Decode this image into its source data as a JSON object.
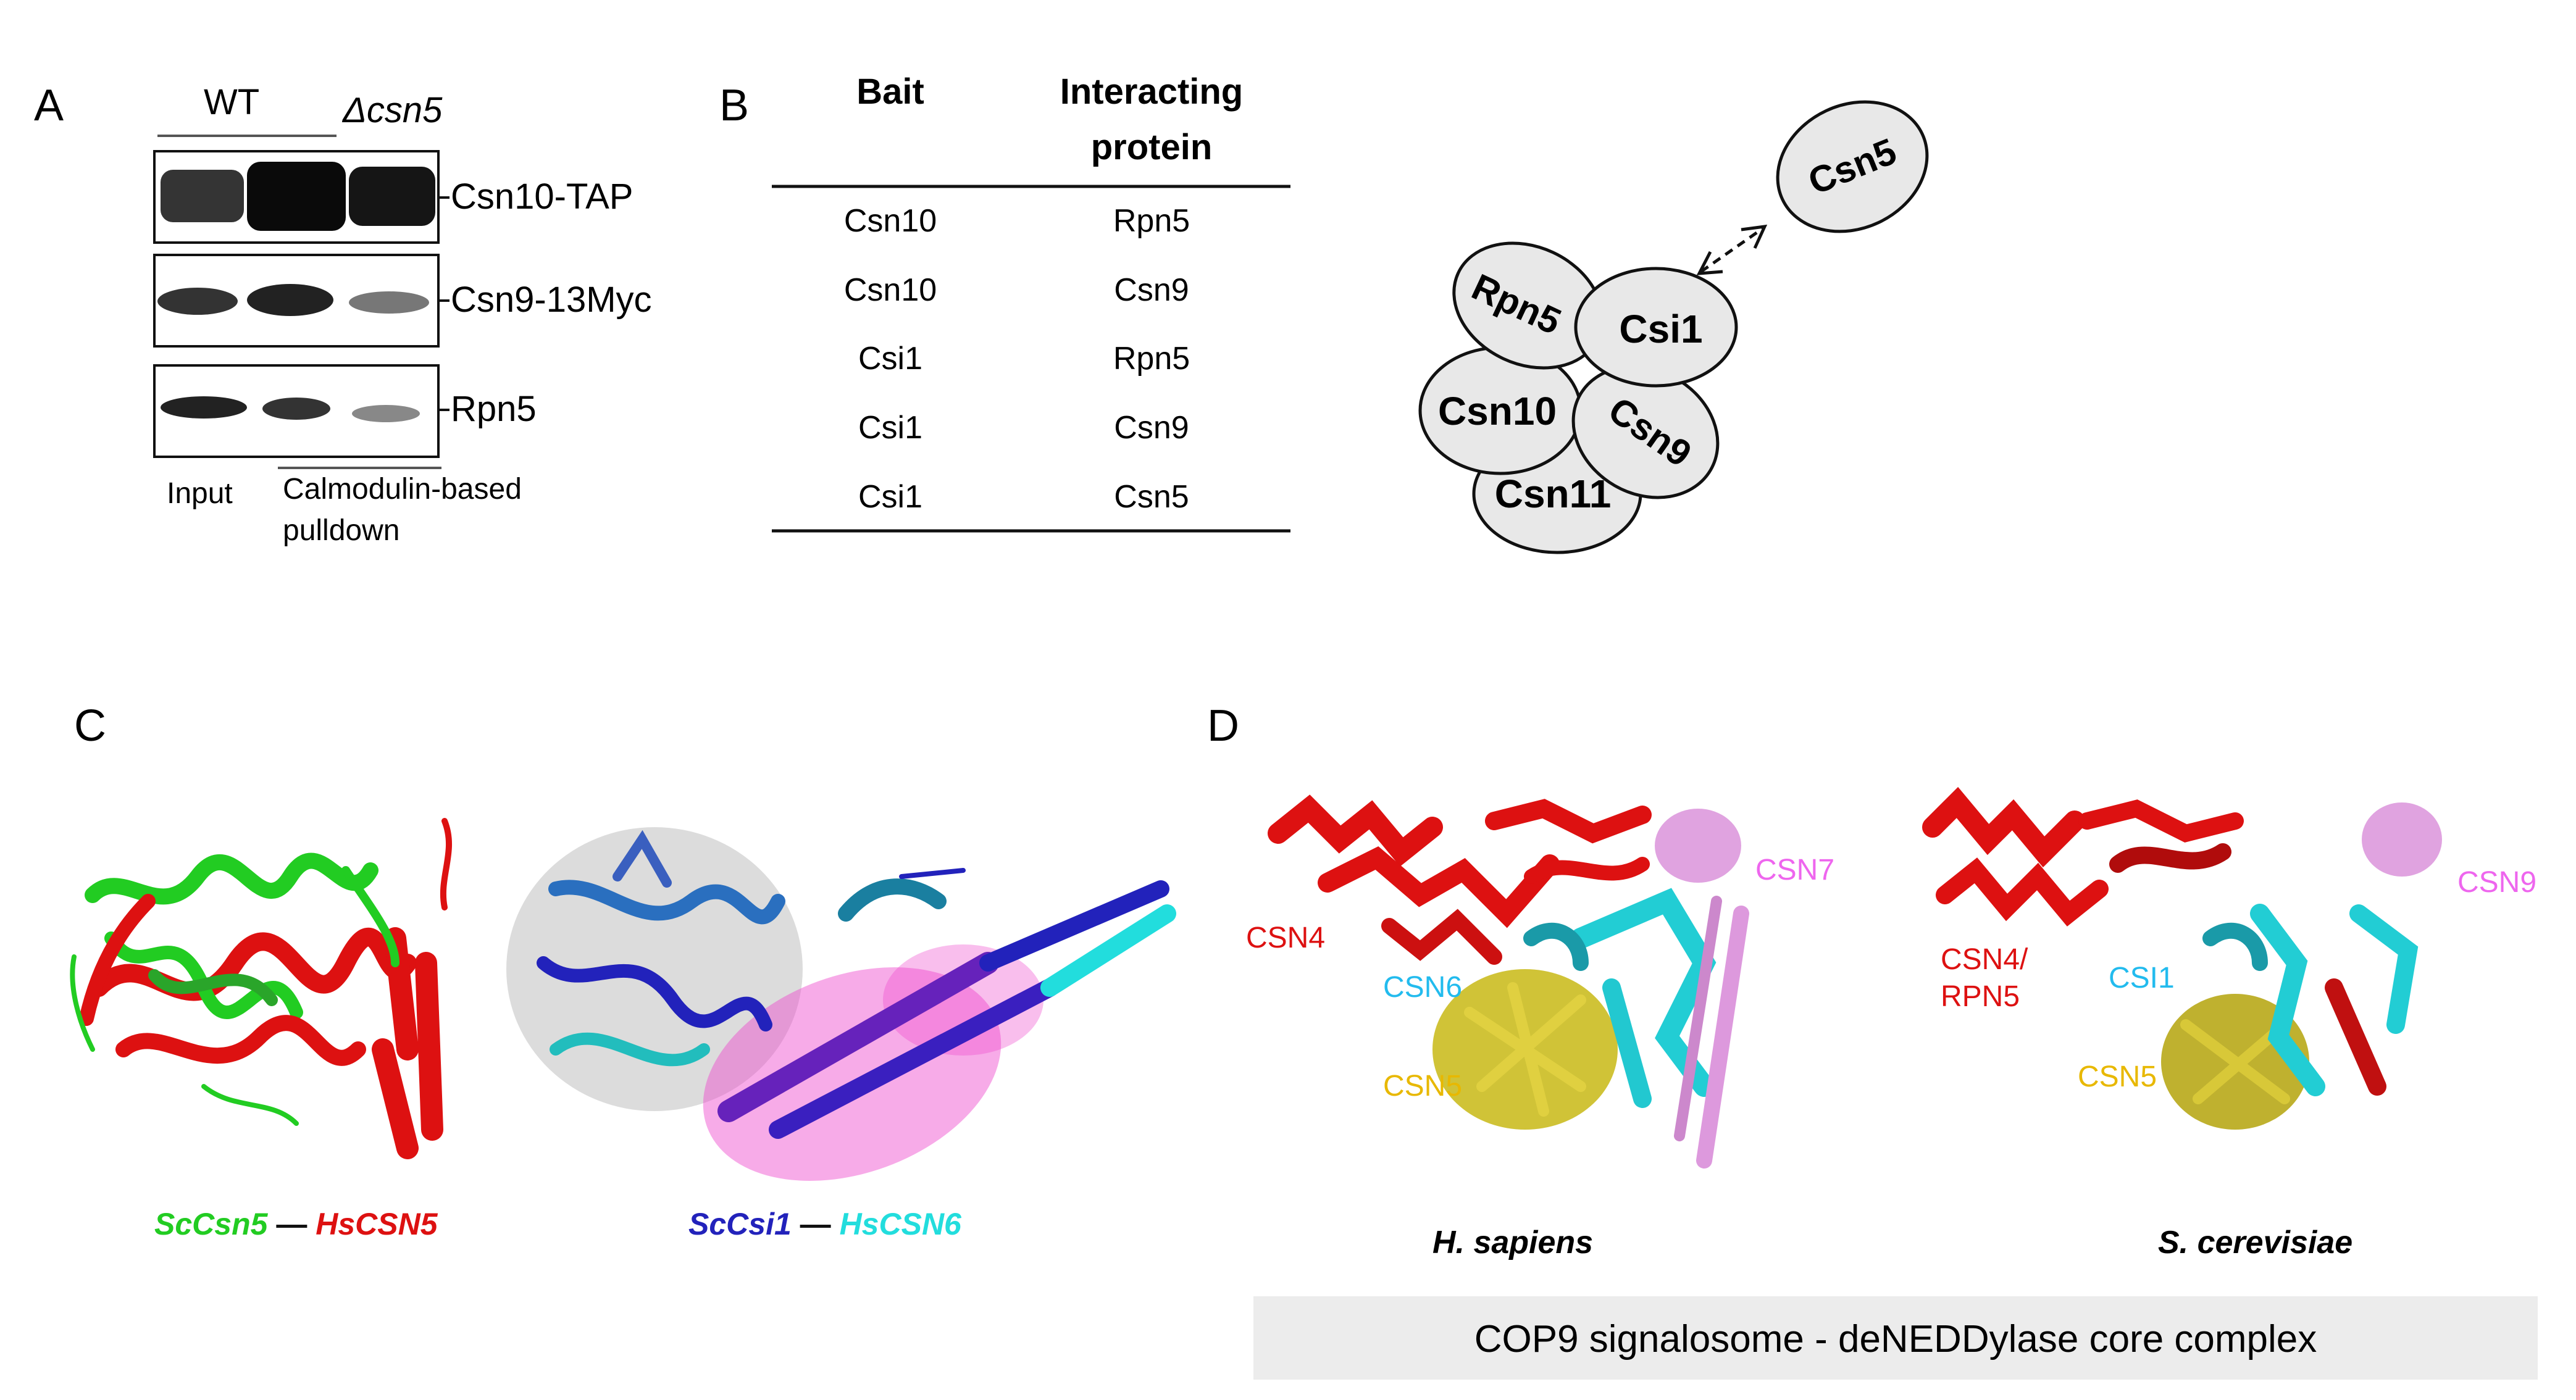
{
  "panels": {
    "a": "A",
    "b": "B",
    "c": "C",
    "d": "D"
  },
  "panel_a": {
    "lane_groups": [
      "WT",
      "Δcsn5"
    ],
    "blots": [
      "Csn10-TAP",
      "Csn9-13Myc",
      "Rpn5"
    ],
    "bottom_labels": [
      "Input",
      "Calmodulin-based",
      "pulldown"
    ]
  },
  "panel_b": {
    "headers": [
      "Bait",
      "Interacting",
      "protein"
    ],
    "rows": [
      [
        "Csn10",
        "Rpn5"
      ],
      [
        "Csn10",
        "Csn9"
      ],
      [
        "Csi1",
        "Rpn5"
      ],
      [
        "Csi1",
        "Csn9"
      ],
      [
        "Csi1",
        "Csn5"
      ]
    ],
    "diagram": [
      "Csn5",
      "Rpn5",
      "Csi1",
      "Csn10",
      "Csn9",
      "Csn11"
    ]
  },
  "panel_c": {
    "left": [
      "ScCsn5",
      " — ",
      "HsCSN5"
    ],
    "right": [
      "ScCsi1",
      " — ",
      "HsCSN6"
    ]
  },
  "panel_d": {
    "human_labels": [
      "CSN4",
      "CSN6",
      "CSN5",
      "CSN7"
    ],
    "yeast_labels": [
      "CSN4/",
      "RPN5",
      "CSI1",
      "CSN5",
      "CSN9"
    ],
    "species": [
      "H. sapiens",
      "S. cerevisiae"
    ],
    "caption": "COP9 signalosome - deNEDDylase core complex"
  },
  "colors": {
    "red": "#dd1111",
    "green": "#22cc22",
    "blue": "#2222bb",
    "cyan": "#22dddd",
    "magenta": "#ee44cc",
    "yellow": "#c8b814",
    "orange": "#e8b800",
    "violet": "#cc66cc"
  }
}
